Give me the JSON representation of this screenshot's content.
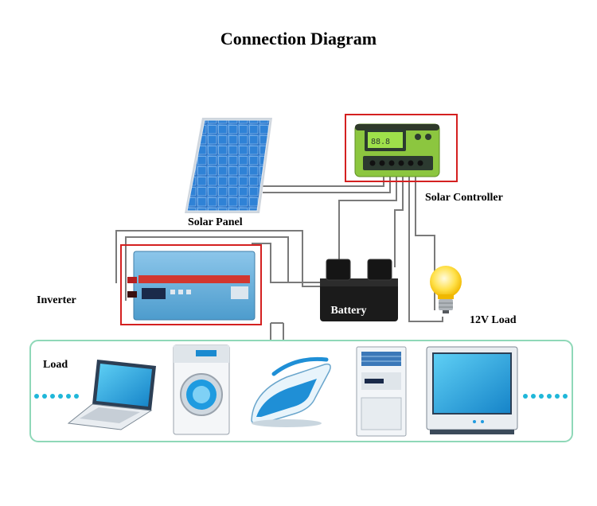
{
  "title": "Connection Diagram",
  "labels": {
    "solar_panel": "Solar Panel",
    "solar_controller": "Solar Controller",
    "inverter": "Inverter",
    "battery": "Battery",
    "load_12v": "12V Load",
    "load": "Load"
  },
  "colors": {
    "highlight_border": "#d42020",
    "load_border": "#8fd8b8",
    "wire": "#7a7a7a",
    "dots": "#1fb7d9",
    "controller_green": "#8cc63f",
    "inverter_blue": "#5aa7d4",
    "panel_blue": "#2a74c9",
    "bulb_yellow": "#ffe14a"
  },
  "icons": [
    "solar-panel-icon",
    "solar-controller-icon",
    "inverter-icon",
    "battery-icon",
    "light-bulb-icon",
    "laptop-icon",
    "washing-machine-icon",
    "iron-icon",
    "air-conditioner-icon",
    "monitor-icon"
  ]
}
